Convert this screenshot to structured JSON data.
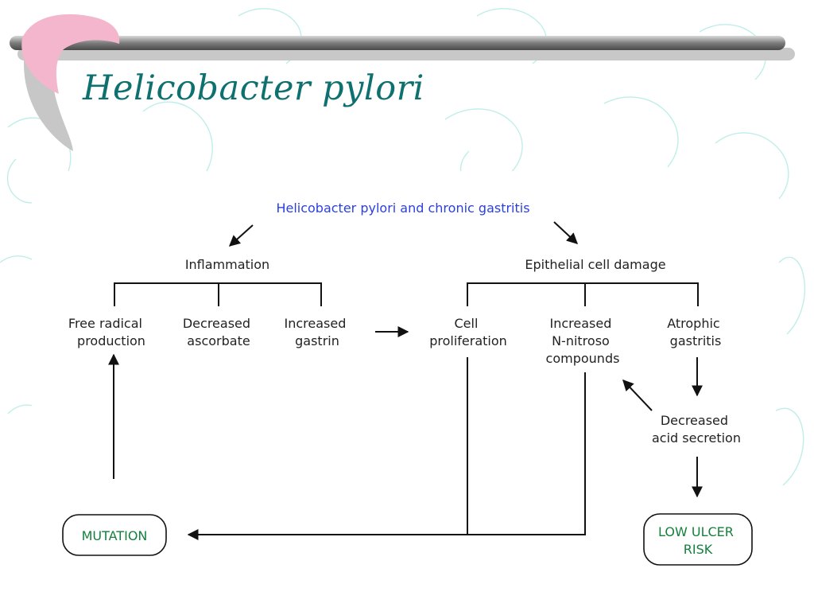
{
  "slide": {
    "title": "Helicobacter pylori"
  },
  "diagram": {
    "top_node": "Helicobacter pylori and chronic gastritis",
    "inflammation": "Inflammation",
    "epithelial_damage": "Epithelial cell damage",
    "free_radical": [
      "Free radical",
      "production"
    ],
    "decreased_ascorbate": [
      "Decreased",
      "ascorbate"
    ],
    "increased_gastrin": [
      "Increased",
      "gastrin"
    ],
    "cell_proliferation": [
      "Cell",
      "proliferation"
    ],
    "n_nitroso": [
      "Increased",
      "N-nitroso",
      "compounds"
    ],
    "atrophic_gastritis": [
      "Atrophic",
      "gastritis"
    ],
    "decreased_acid": [
      "Decreased",
      "acid secretion"
    ],
    "mutation": "MUTATION",
    "low_ulcer_risk": [
      "LOW ULCER",
      "RISK"
    ]
  },
  "colors": {
    "title": "#0f7070",
    "top_node_text": "#2b3fe0",
    "outcome_text": "#15803d",
    "bar": "#8a8a8a",
    "swoosh_pink": "#f3b6cd"
  }
}
